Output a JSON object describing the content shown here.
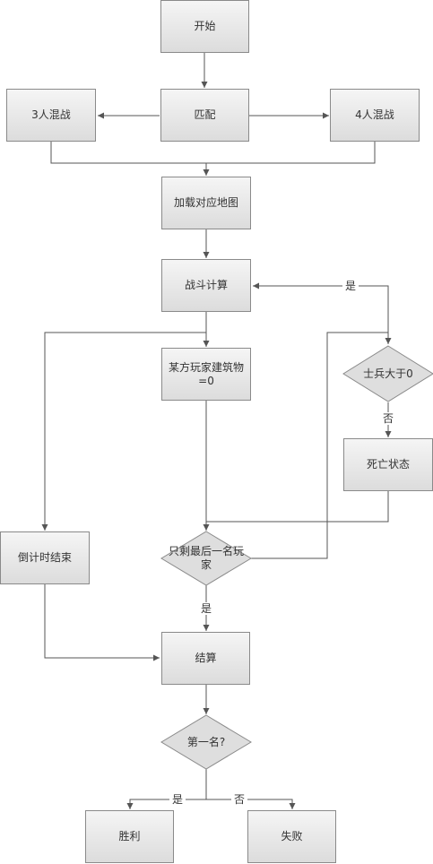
{
  "nodes": {
    "start": "开始",
    "match": "匹配",
    "three_player": "3人混战",
    "four_player": "4人混战",
    "load_map": "加载对应地图",
    "battle_calc": "战斗计算",
    "building_zero_line1": "某方玩家建筑物",
    "building_zero_line2": "=0",
    "soldier_gt_zero": "士兵大于0",
    "dead_state": "死亡状态",
    "last_player_line1": "只剩最后一名玩",
    "last_player_line2": "家",
    "countdown_end": "倒计时结束",
    "settlement": "结算",
    "first_place": "第一名?",
    "victory": "胜利",
    "defeat": "失败"
  },
  "edge_labels": {
    "yes_loop": "是",
    "no_soldier": "否",
    "yes_last": "是",
    "yes_first": "是",
    "no_first": "否"
  },
  "colors": {
    "line": "#555555",
    "box_border": "#8a8a8a",
    "box_fill_top": "#f5f5f5",
    "box_fill_bottom": "#dcdcdc"
  }
}
